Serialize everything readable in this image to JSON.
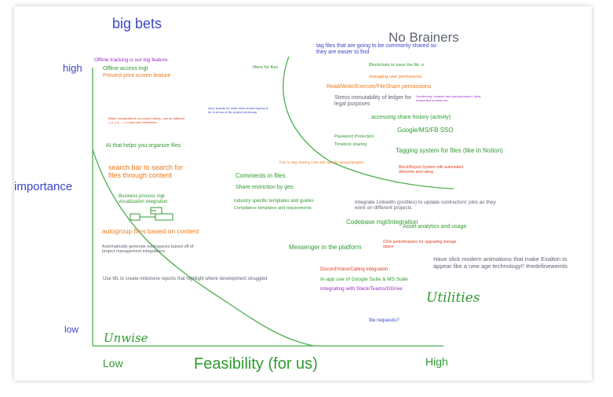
{
  "colors": {
    "blue": "#3b46c8",
    "green": "#2f9a2f",
    "orange": "#f07a1a",
    "red": "#e0411f",
    "gray": "#5e6472",
    "purple": "#9a2fc4"
  },
  "quadrants": {
    "top_left": "big bets",
    "top_right": "No Brainers",
    "bottom_right": "Utilities",
    "bottom_left": "Unwise"
  },
  "axes": {
    "y_label": "importance",
    "y_high": "high",
    "y_low": "low",
    "x_label": "Feasibility (for us)",
    "x_low": "Low",
    "x_high": "High"
  },
  "notes": {
    "offline_tracking": "Offline tracking is our big feature",
    "offline_access": "Offline access mgt",
    "prevent_print": "Prevent print screen feature",
    "filters": "filters for files",
    "tag_files": "tag files that are going to be commonly shared so they are easier to find",
    "blockchain": "Blockchain to trace the file :o",
    "managing_perms": "managing user permissions",
    "rwe_perms": "Read/Write/Execute/FileShare permissions",
    "geofencing": "Geofencing, location last used/accessed, Most frequented location etc.",
    "stress_ledger": "Stress immutability of ledger for legal purposes",
    "story_boards": "story boards for what each share/request is for in terms of file project underway",
    "better_viz": "Better visualizations on project history- can be different f_d_f_d..... n d and user interactive",
    "share_history": "accessing share history (activity)",
    "google_sso": "Google/MS/FB SSO",
    "password": "Password Protection",
    "timelock": "Timelock sharing",
    "ai_organize": "AI that helps you organize files",
    "tagging": "Tagging system for files (like in Notion)",
    "stop_sharing": "how to stop sharing a file with specific groups/peoples",
    "block_report": "Block/Report System with automated detection and rating",
    "search_bar": "search bar to search for files through content",
    "comments": "Comments in files",
    "share_restriction": "Share restriction by geo",
    "bp_viz": "Business process mgt visualization integration",
    "industry_templates": "Industry specific templates and guides",
    "compliance": "Compliance templates and requirements",
    "linkedin": "Integrate LinkedIn (profiles) to update contractors' jobs as they work on different projects",
    "codebase": "Codebase mgt/integration",
    "asset_analytics": "Asset analytics and usage",
    "autogroup": "autogroup files based on content",
    "auto_workspaces": "Automatically generate workspaces based off of project management integrations",
    "messenger": "Messenger in the platform",
    "coin_perks": "COin perks/features for upgrading storage space",
    "animations": "Have slick modern animations that make Exalton to appear like a new age technology!! #redefineweirds",
    "discord": "Discord/Voice/Calling integration",
    "ml_milestone": "Use ML to create milestone reports that highlight where development struggled",
    "inapp_google": "In-app use of Google Suite & MS Suite",
    "slack": "Integrating with Slack/Teams/GDrive",
    "file_requests": "file requests?"
  }
}
